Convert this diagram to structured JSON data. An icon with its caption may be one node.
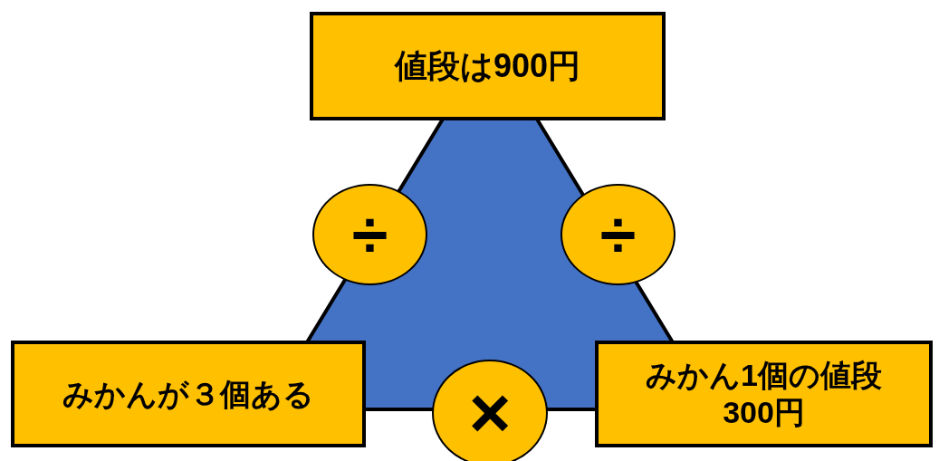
{
  "diagram": {
    "nodes": [
      {
        "text": [
          "値段は900円"
        ]
      },
      {
        "text": [
          "÷"
        ]
      },
      {
        "text": [
          "÷"
        ]
      },
      {
        "text": [
          "みかんが３個ある"
        ]
      },
      {
        "text": [
          "×"
        ]
      },
      {
        "text": [
          "みかん1個の値段300円"
        ]
      }
    ]
  }
}
